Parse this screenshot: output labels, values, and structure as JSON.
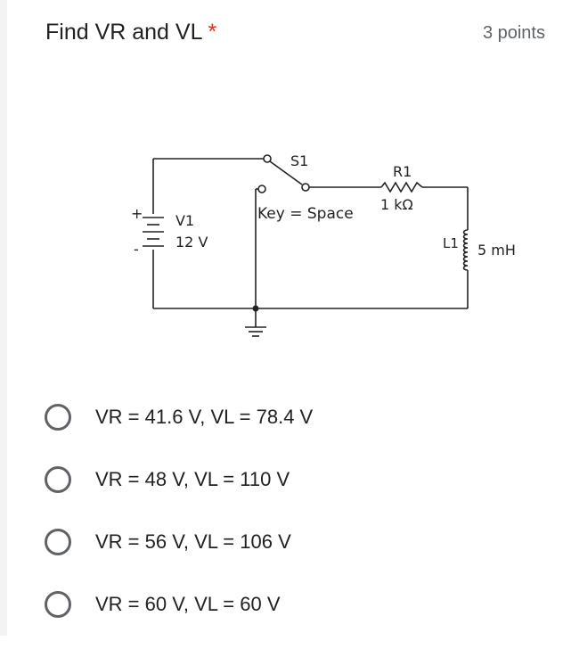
{
  "question": {
    "title": "Find VR and VL",
    "required_mark": "*",
    "points": "3 points"
  },
  "circuit": {
    "switch_label": "S1",
    "switch_key_label": "Key = Space",
    "resistor_label": "R1",
    "resistor_value": "1 kΩ",
    "source_label": "V1",
    "source_value": "12 V",
    "source_plus": "+",
    "source_minus": "-",
    "inductor_label": "L1",
    "inductor_value": "5 mH"
  },
  "options": [
    {
      "label": "VR = 41.6 V, VL = 78.4 V",
      "selected": false
    },
    {
      "label": "VR = 48 V, VL = 110 V",
      "selected": false
    },
    {
      "label": "VR = 56 V, VL = 106 V",
      "selected": false
    },
    {
      "label": "VR = 60 V, VL = 60 V",
      "selected": false
    }
  ]
}
